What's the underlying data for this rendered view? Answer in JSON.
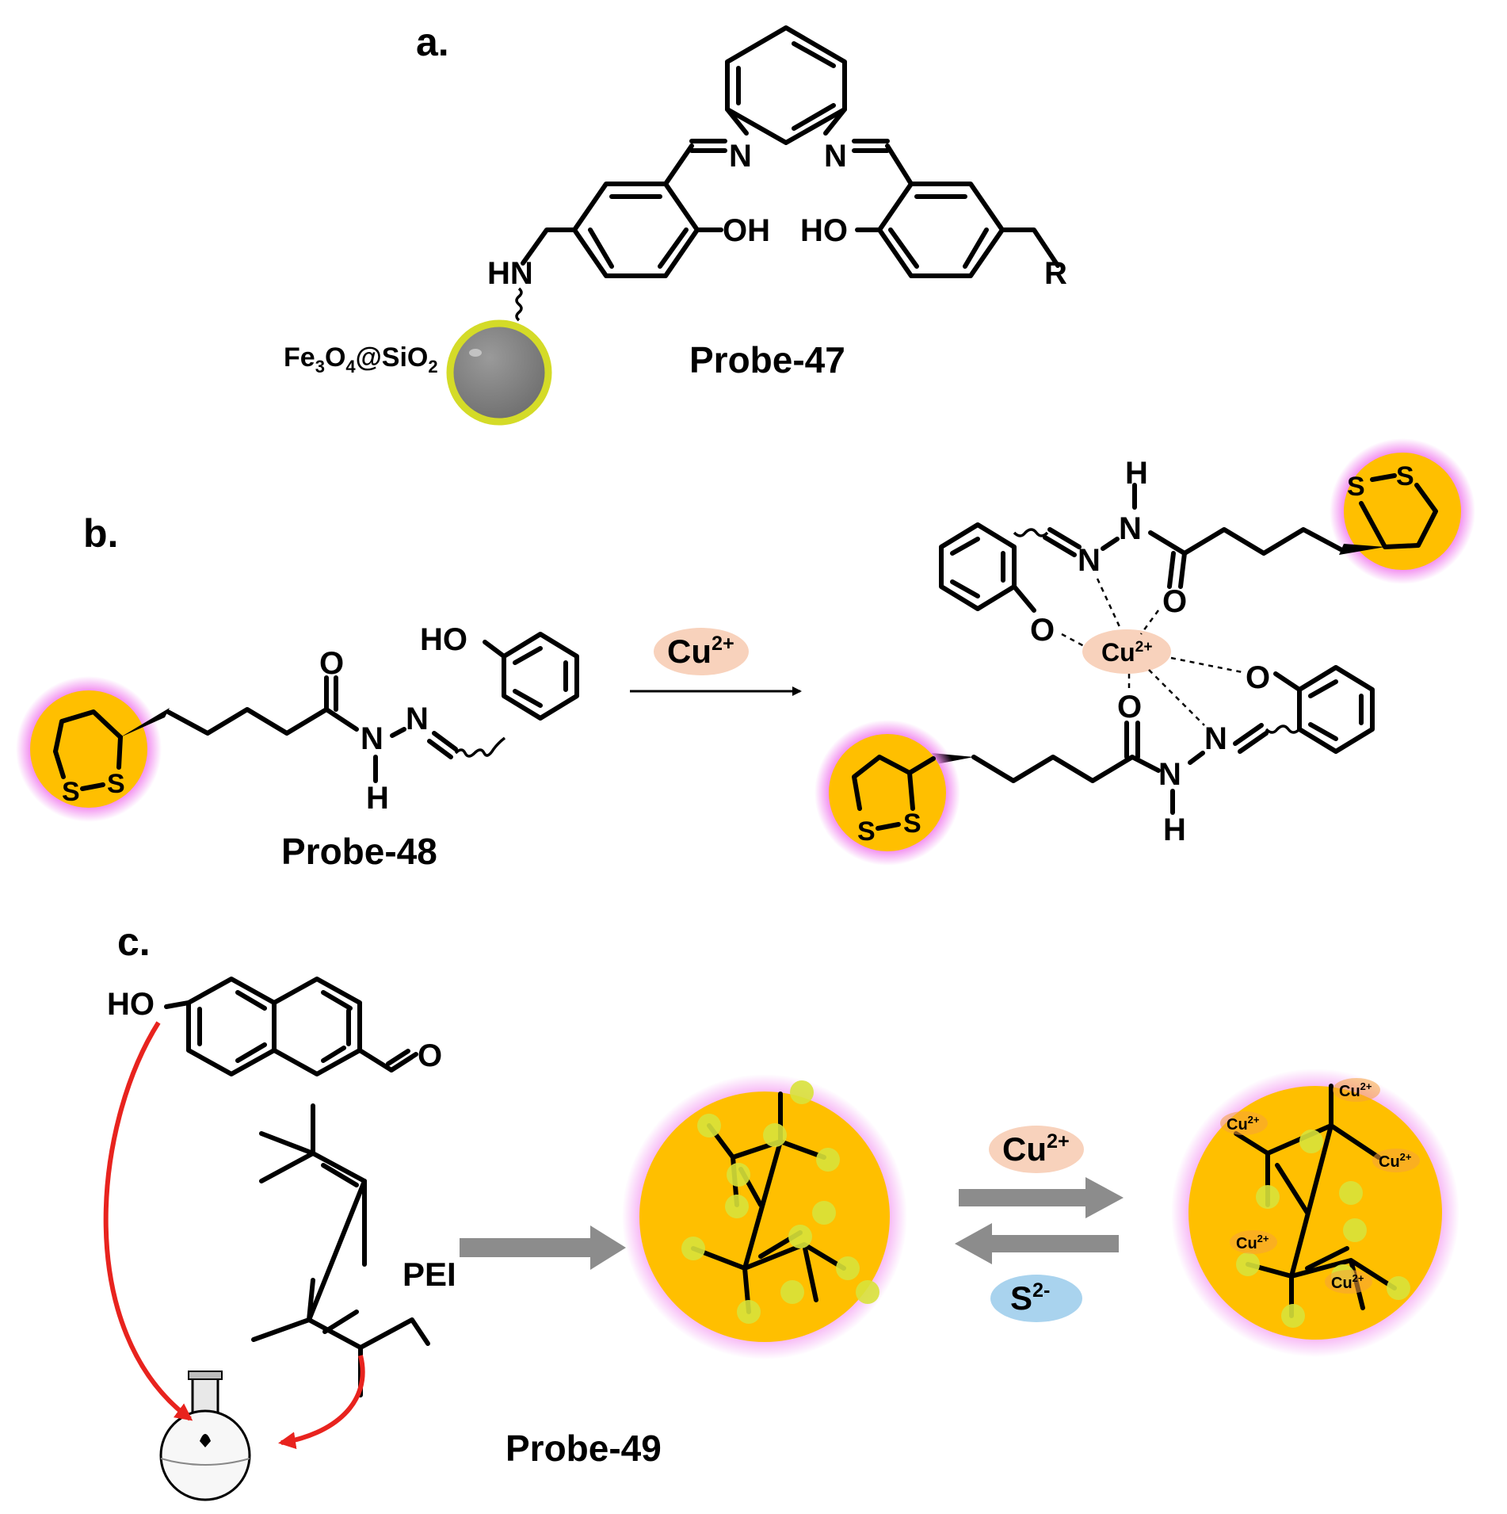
{
  "panels": {
    "a": "a.",
    "b": "b.",
    "c": "c."
  },
  "colors": {
    "gold": "#FFBF00",
    "glow": "#F28CF0",
    "yellow_dot": "#D8E23A",
    "cu_badge": "#F8D2BC",
    "s_badge": "#A9D3EE",
    "arrow_gray": "#8C8C8C",
    "red_arrow": "#E8231E",
    "particle_gray": "#7A7A7A",
    "particle_ring": "#D4DB28"
  },
  "panel_a": {
    "probe_label": "Probe-47",
    "particle_label_main": "Fe",
    "particle_label_sub1": "3",
    "particle_label_mid": "O",
    "particle_label_sub2": "4",
    "particle_label_mid2": "@SiO",
    "particle_label_sub3": "2",
    "atoms": {
      "n1": "N",
      "n2": "N",
      "oh_left": "OH",
      "oh_right": "HO",
      "hn": "HN",
      "r": "R"
    }
  },
  "panel_b": {
    "probe_label": "Probe-48",
    "reagent_base": "Cu",
    "reagent_sup": "2+",
    "atoms": {
      "ho": "HO",
      "o": "O",
      "n": "N",
      "h": "H",
      "s": "S"
    }
  },
  "panel_c": {
    "probe_label": "Probe-49",
    "pei_label": "PEI",
    "forward_base": "Cu",
    "forward_sup": "2+",
    "reverse_base": "S",
    "reverse_sup": "2-",
    "ion_label_base": "Cu",
    "ion_label_sup": "2+",
    "atoms": {
      "ho": "HO",
      "o": "O"
    }
  }
}
